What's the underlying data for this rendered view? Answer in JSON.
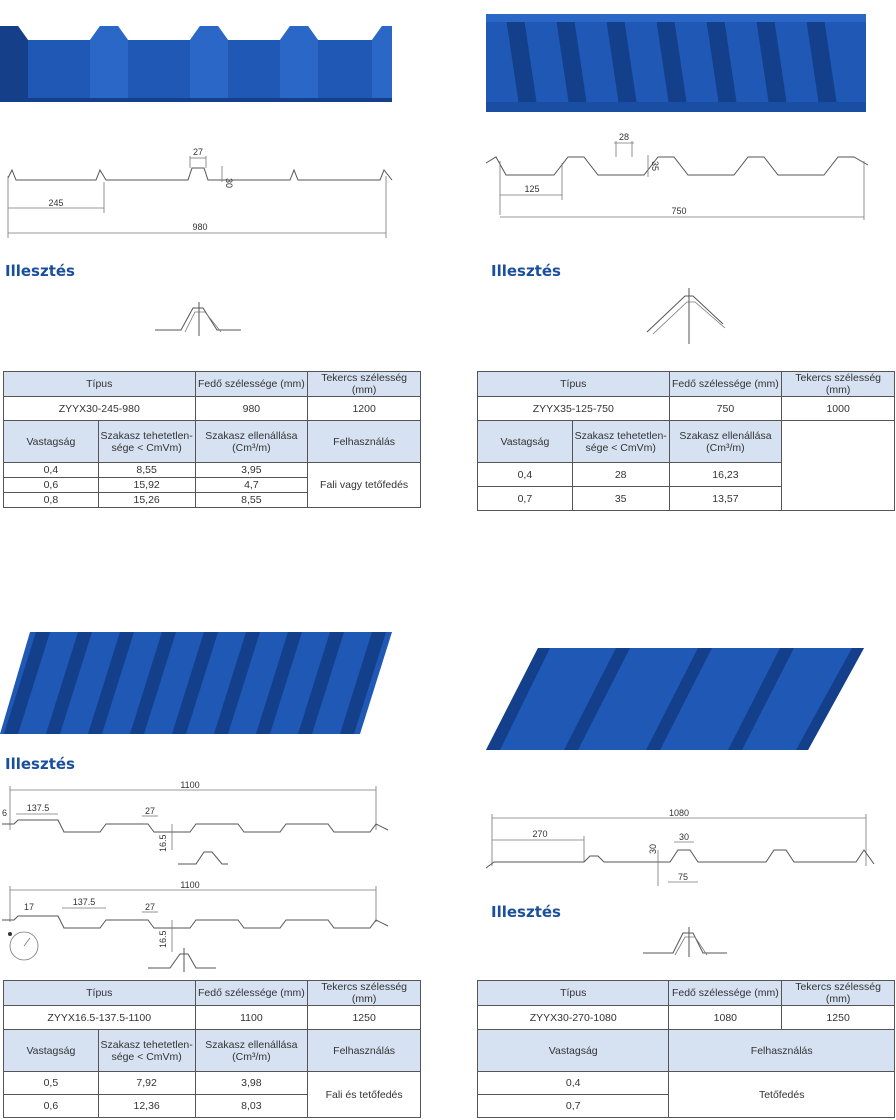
{
  "colors": {
    "sheet": "#1f58b5",
    "sheet_dark": "#143f8a",
    "heading": "#1a4f9c",
    "header_bg": "#d6e2f2"
  },
  "products": [
    {
      "heading": "Illesztés",
      "dims": {
        "rib_top": "27",
        "height": "30",
        "pitch": "245",
        "total": "980"
      },
      "table": {
        "h_type": "Típus",
        "h_cover": "Fedő szélessége (mm)",
        "h_coil": "Tekercs szélesség (mm)",
        "type": "ZYYX30-245-980",
        "cover": "980",
        "coil": "1200",
        "h_thick": "Vastagság",
        "h_inertia_1": "Szakasz tehetetlen-",
        "h_inertia_2": "sége < CmVm)",
        "h_resist_1": "Szakasz ellenállása",
        "h_resist_2": "(Cm³/m)",
        "h_use": "Felhasználás",
        "rows": [
          [
            "0,4",
            "8,55",
            "3,95"
          ],
          [
            "0,6",
            "15,92",
            "4,7"
          ],
          [
            "0,8",
            "15,26",
            "8,55"
          ]
        ],
        "use": "Fali vagy tetőfedés"
      }
    },
    {
      "heading": "Illesztés",
      "dims": {
        "rib_top": "28",
        "height": "35",
        "pitch": "125",
        "total": "750"
      },
      "table": {
        "h_type": "Típus",
        "h_cover": "Fedő szélessége (mm)",
        "h_coil": "Tekercs szélesség (mm)",
        "type": "ZYYX35-125-750",
        "cover": "750",
        "coil": "1000",
        "h_thick": "Vastagság",
        "h_inertia_1": "Szakasz tehetetlen-",
        "h_inertia_2": "sége < CmVm)",
        "h_resist_1": "Szakasz ellenállása",
        "h_resist_2": "(Cm³/m)",
        "rows": [
          [
            "0,4",
            "28",
            "16,23"
          ],
          [
            "0,7",
            "35",
            "13,57"
          ]
        ]
      }
    },
    {
      "heading": "Illesztés",
      "dims": {
        "total_a": "1100",
        "edge": "6",
        "pitch_a": "137.5",
        "rib_a": "27",
        "height_a": "16.5",
        "total_b": "1100",
        "edge_b": "17",
        "pitch_b": "137.5",
        "rib_b": "27",
        "height_b": "16.5"
      },
      "table": {
        "h_type": "Típus",
        "h_cover": "Fedő szélessége (mm)",
        "h_coil": "Tekercs szélesség (mm)",
        "type": "ZYYX16.5-137.5-1100",
        "cover": "1100",
        "coil": "1250",
        "h_thick": "Vastagság",
        "h_inertia_1": "Szakasz tehetetlen-",
        "h_inertia_2": "sége < CmVm)",
        "h_resist_1": "Szakasz ellenállása",
        "h_resist_2": "(Cm³/m)",
        "h_use": "Felhasználás",
        "rows": [
          [
            "0,5",
            "7,92",
            "3,98"
          ],
          [
            "0,6",
            "12,36",
            "8,03"
          ]
        ],
        "use": "Fali és tetőfedés"
      }
    },
    {
      "heading": "Illesztés",
      "dims": {
        "total": "1080",
        "pitch": "270",
        "height": "30",
        "rib_top": "30",
        "rib_base": "75"
      },
      "table": {
        "h_type": "Típus",
        "h_cover": "Fedő szélessége (mm)",
        "h_coil": "Tekercs szélesség (mm)",
        "type": "ZYYX30-270-1080",
        "cover": "1080",
        "coil": "1250",
        "h_thick": "Vastagság",
        "h_use": "Felhasználás",
        "rows": [
          [
            "0,4"
          ],
          [
            "0,7"
          ]
        ],
        "use": "Tetőfedés"
      }
    }
  ]
}
